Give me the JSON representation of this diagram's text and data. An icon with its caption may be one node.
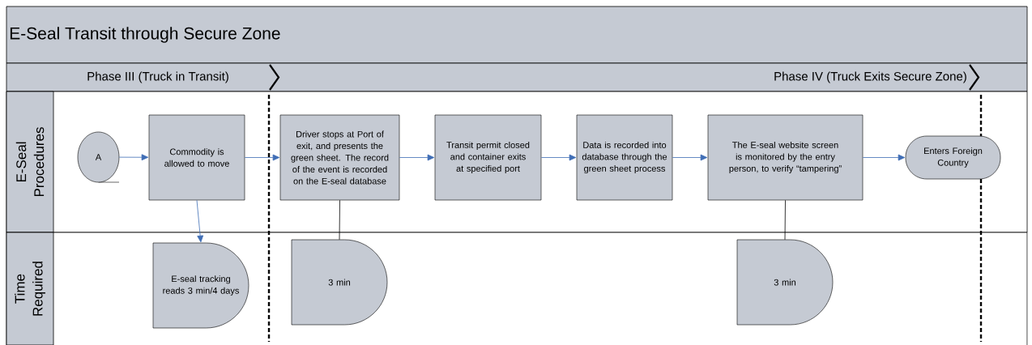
{
  "diagram": {
    "title": "E-Seal Transit through Secure Zone",
    "nodes": [
      {
        "text": [
          "Phase III (Truck in Transit)",
          "Phase IV (Truck Exits Secure Zone)"
        ]
      },
      {
        "text": [
          "E-Seal Procedures"
        ]
      },
      {
        "text": [
          "A"
        ],
        "in": 1
      },
      {
        "text": [
          "Commodity is allowed to move"
        ],
        "in": 1
      },
      {
        "text": [
          "Driver stops at Port of exit, and presents the green sheet. The record of the event is recorded on the E-seal database"
        ],
        "in": 1
      },
      {
        "text": [
          "Transit permit closed and container exits at specified port"
        ],
        "in": 1
      },
      {
        "text": [
          "Data is recorded into database through the green sheet process"
        ],
        "in": 1
      },
      {
        "text": [
          "The E-seal website screen is monitored by the entry person, to verify “tampering”"
        ],
        "in": 1
      },
      {
        "text": [
          "Enters Foreign Country"
        ],
        "in": 1
      },
      {
        "text": [
          "Time Required"
        ]
      },
      {
        "text": [
          "E-seal tracking reads 3 min/4 days"
        ],
        "in": 9
      },
      {
        "text": [
          "3 min"
        ],
        "in": 9
      },
      {
        "text": [
          "3 min"
        ],
        "in": 9
      }
    ],
    "edges": [
      {
        "from": 2,
        "to": 3,
        "arrow": "to"
      },
      {
        "from": 3,
        "to": 4,
        "arrow": "to"
      },
      {
        "from": 4,
        "to": 5,
        "arrow": "to"
      },
      {
        "from": 5,
        "to": 6,
        "arrow": "to"
      },
      {
        "from": 6,
        "to": 7,
        "arrow": "to"
      },
      {
        "from": 7,
        "to": 8,
        "arrow": "to"
      },
      {
        "from": 3,
        "to": 10,
        "arrow": "to"
      },
      {
        "from": 4,
        "to": 11,
        "arrow": "none",
        "color": "#000000"
      },
      {
        "from": 7,
        "to": 12,
        "arrow": "none",
        "color": "#000000"
      }
    ]
  }
}
